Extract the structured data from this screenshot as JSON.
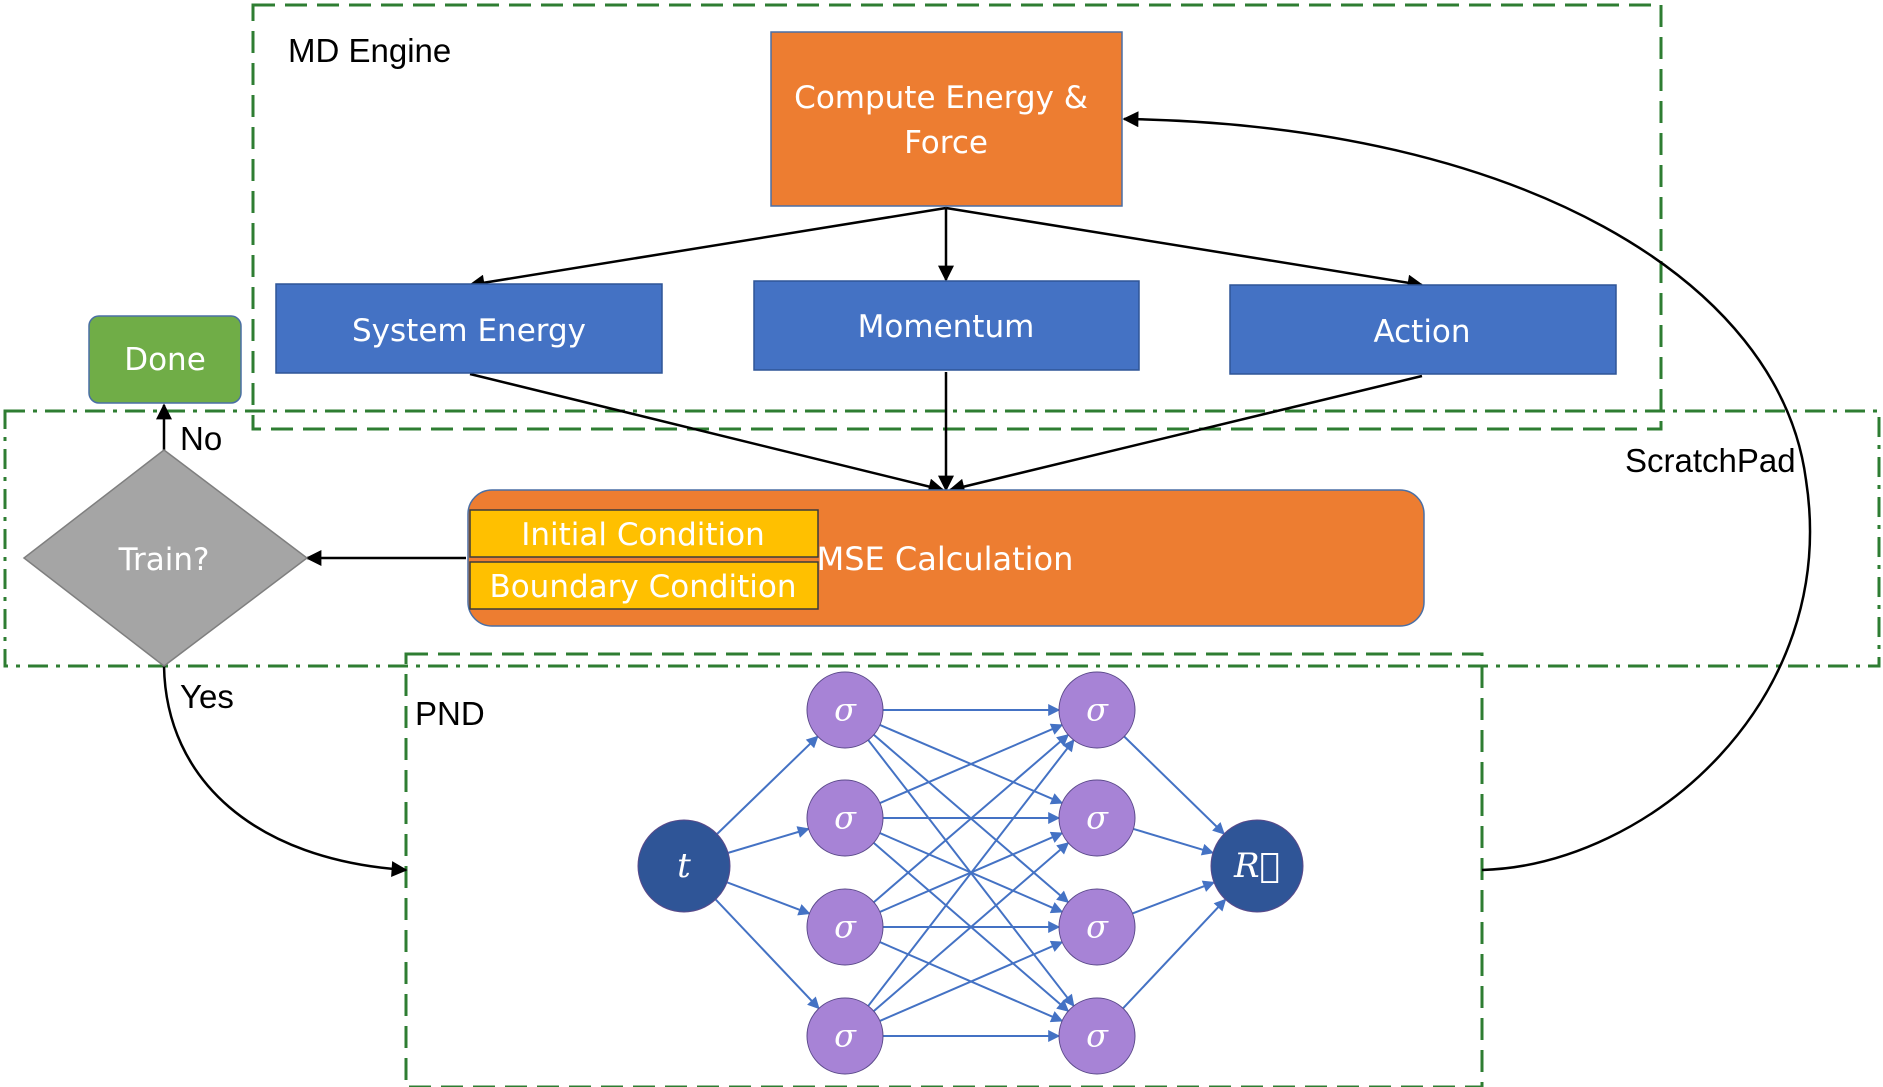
{
  "regions": {
    "md_engine": "MD Engine",
    "scratchpad": "ScratchPad",
    "pnd": "PND"
  },
  "nodes": {
    "compute": [
      "Compute Energy &",
      "Force"
    ],
    "system_energy": "System Energy",
    "momentum": "Momentum",
    "action": "Action",
    "mse": "MSE Calculation",
    "initial_condition": "Initial Condition",
    "boundary_condition": "Boundary Condition",
    "train": "Train?",
    "done": "Done"
  },
  "edge_labels": {
    "no": "No",
    "yes": "Yes"
  },
  "network": {
    "input": "t",
    "hidden_symbol": "σ",
    "output": "R⃗",
    "hidden_layers": 2,
    "neurons_per_layer": 4
  },
  "colors": {
    "orange": "#ED7D31",
    "blue": "#4472C4",
    "green": "#70AD47",
    "gray": "#A5A5A5",
    "yellow": "#FFC000",
    "region_border": "#2E7D32",
    "neuron": "#A783D6",
    "io_node": "#2F5597",
    "net_edge": "#4472C4"
  }
}
